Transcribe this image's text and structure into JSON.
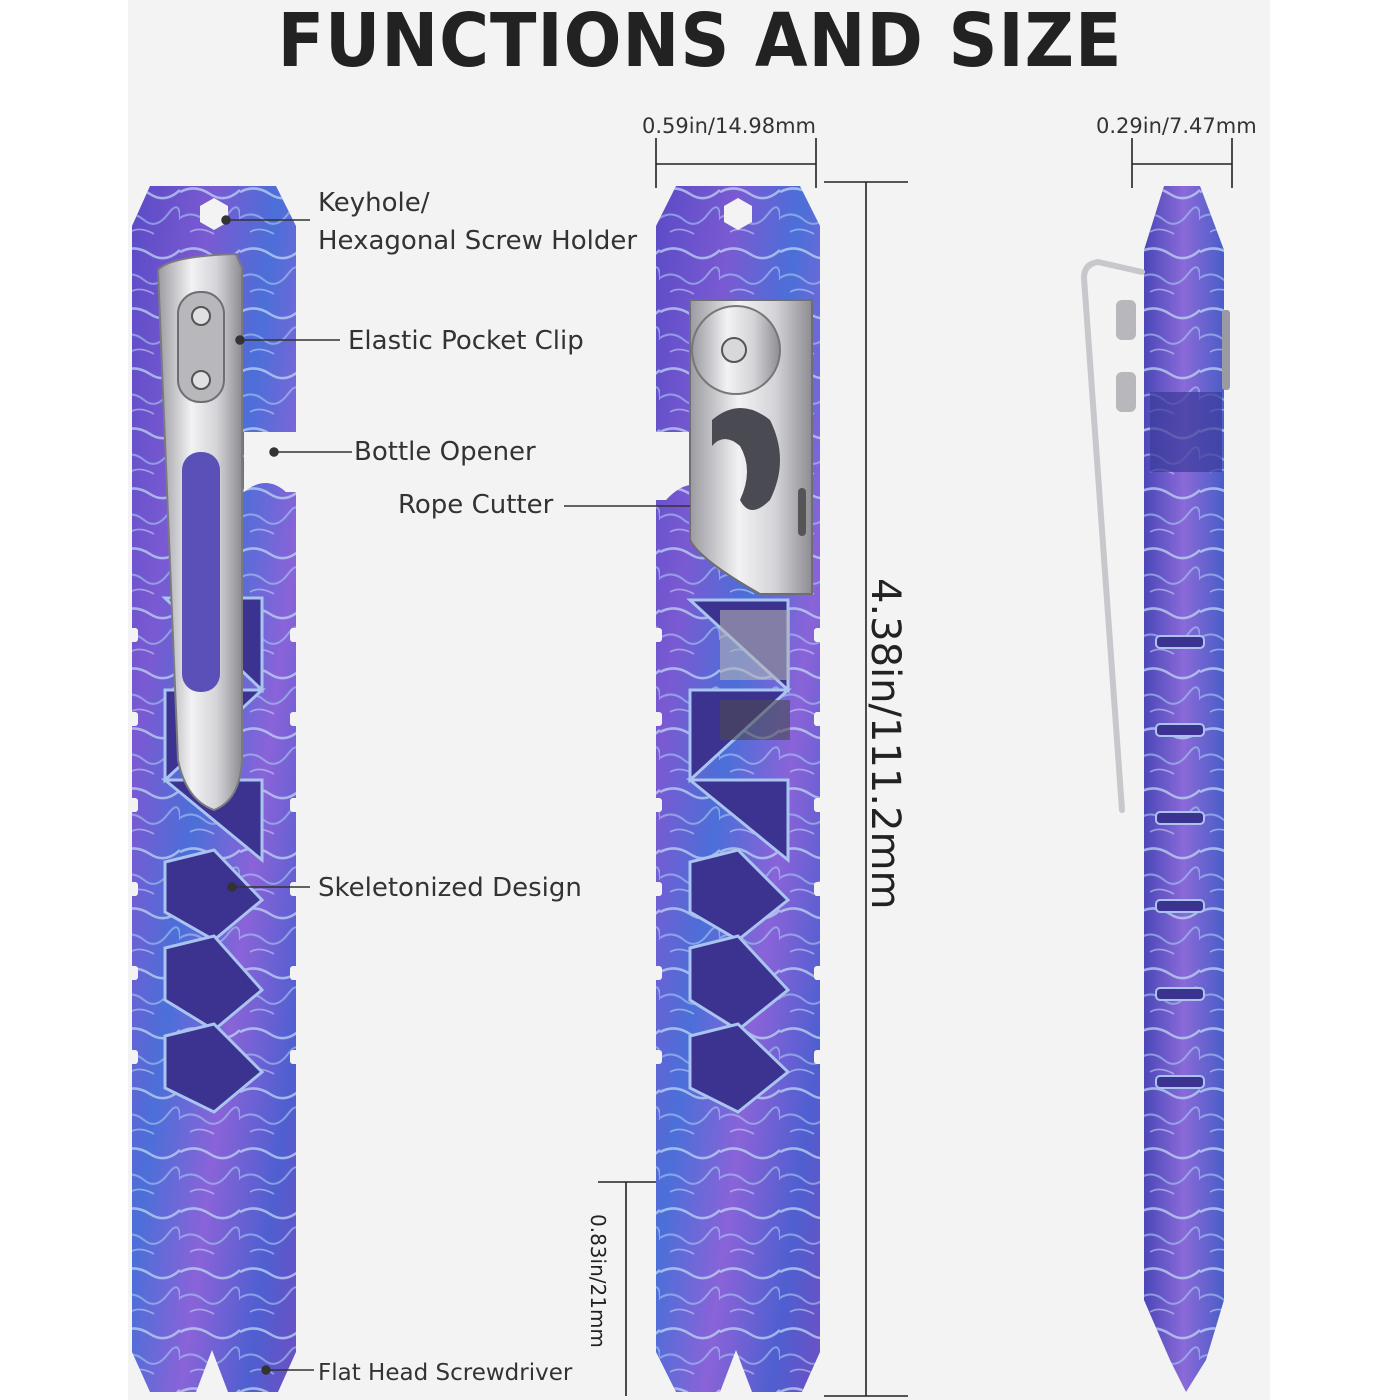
{
  "title": "FUNCTIONS AND SIZE",
  "labels": {
    "keyhole_line1": "Keyhole/",
    "keyhole_line2": "Hexagonal Screw Holder",
    "pocket_clip": "Elastic Pocket Clip",
    "bottle_opener": "Bottle Opener",
    "rope_cutter": "Rope Cutter",
    "skeletonized": "Skeletonized Design",
    "screwdriver": "Flat Head Screwdriver"
  },
  "dimensions": {
    "width_front": "0.59in/14.98mm",
    "width_side": "0.29in/7.47mm",
    "length": "4.38in/111.2mm",
    "tip_length": "0.83in/21mm"
  },
  "colors": {
    "metal_purple": "#6a4ec8",
    "metal_blue": "#4a6fd8",
    "metal_light": "#bcd8f2",
    "steel": "#c9c9cc"
  }
}
